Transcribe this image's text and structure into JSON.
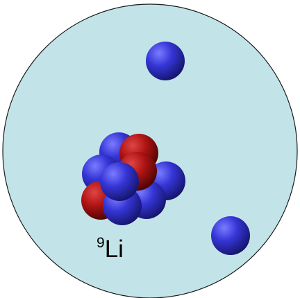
{
  "atom": {
    "mass_number": "9",
    "symbol": "Li",
    "cloud_color": "#c2e4e8",
    "cloud_outline_color": "#1a1a1a"
  },
  "particles": {
    "neutron_color": "#2a2ab8",
    "proton_color": "#a30f0f",
    "nucleus": {
      "proton_count": 3,
      "neutron_count": 6
    },
    "halo_neutron_count": 2
  }
}
